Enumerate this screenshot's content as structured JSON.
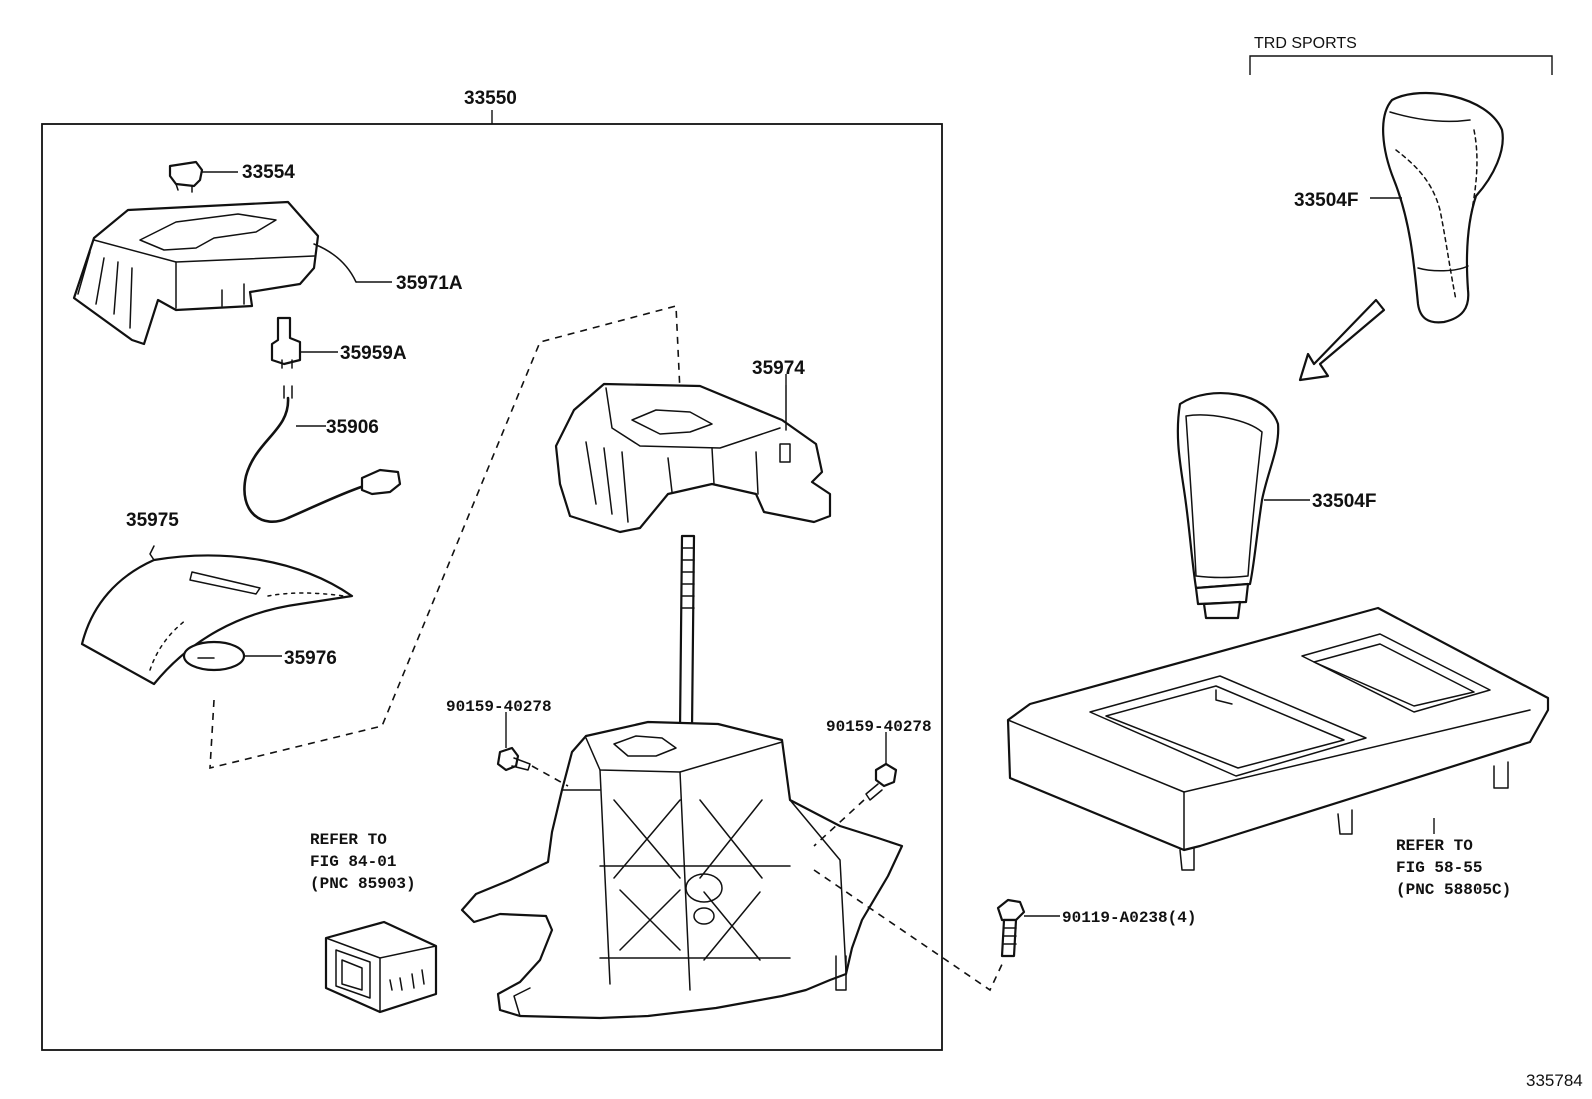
{
  "assembly_number": "33550",
  "variant_header": "TRD SPORTS",
  "diagram_id": "335784",
  "callouts": {
    "p33554": "33554",
    "p35971A": "35971A",
    "p35959A": "35959A",
    "p35906": "35906",
    "p35975": "35975",
    "p35976": "35976",
    "p35974": "35974",
    "p90159_left": "90159-40278",
    "p90159_right": "90159-40278",
    "p33504F_top": "33504F",
    "p33504F_mid": "33504F",
    "p90119": "90119-A0238(4)"
  },
  "references": {
    "fig84": {
      "line1": "REFER TO",
      "line2": "FIG 84-01",
      "line3": "(PNC 85903)"
    },
    "fig58": {
      "line1": "REFER TO",
      "line2": "FIG 58-55",
      "line3": "(PNC 58805C)"
    }
  }
}
